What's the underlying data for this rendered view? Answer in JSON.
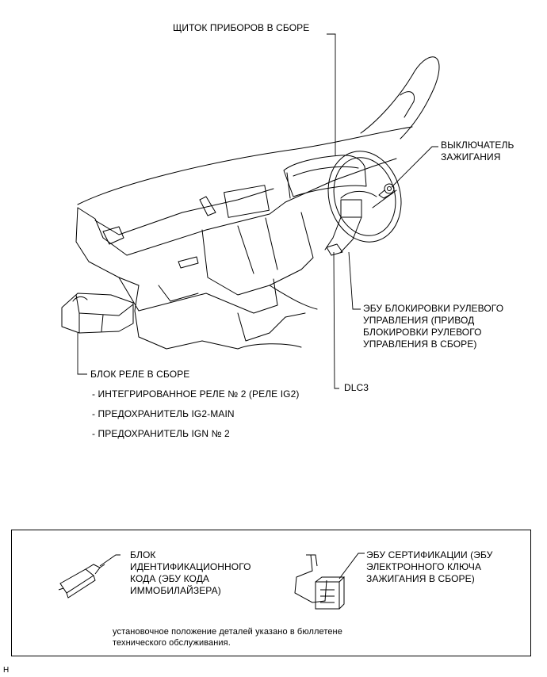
{
  "callouts": {
    "instrument_panel": "ЩИТОК ПРИБОРОВ В СБОРЕ",
    "ignition_switch": "ВЫКЛЮЧАТЕЛЬ\nЗАЖИГАНИЯ",
    "steering_lock_ecu": "ЭБУ БЛОКИРОВКИ РУЛЕВОГО\nУПРАВЛЕНИЯ (ПРИВОД\nБЛОКИРОВКИ РУЛЕВОГО\nУПРАВЛЕНИЯ В СБОРЕ)",
    "dlc3": "DLC3",
    "relay_block": "БЛОК РЕЛЕ В СБОРЕ",
    "relay_items": [
      "- ИНТЕГРИРОВАННОЕ РЕЛЕ № 2 (РЕЛЕ IG2)",
      "- ПРЕДОХРАНИТЕЛЬ IG2-MAIN",
      "- ПРЕДОХРАНИТЕЛЬ IGN № 2"
    ]
  },
  "legend": {
    "id_code_box": "БЛОК\nИДЕНТИФИКАЦИОННОГО\nКОДА (ЭБУ КОДА\nИММОБИЛАЙЗЕРА)",
    "certification_ecu": "ЭБУ СЕРТИФИКАЦИИ (ЭБУ\nЭЛЕКТРОННОГО КЛЮЧА\nЗАЖИГАНИЯ В СБОРЕ)",
    "note": "установочное положение деталей указано в бюллетене\nтехнического обслуживания."
  },
  "corner_mark": "H"
}
